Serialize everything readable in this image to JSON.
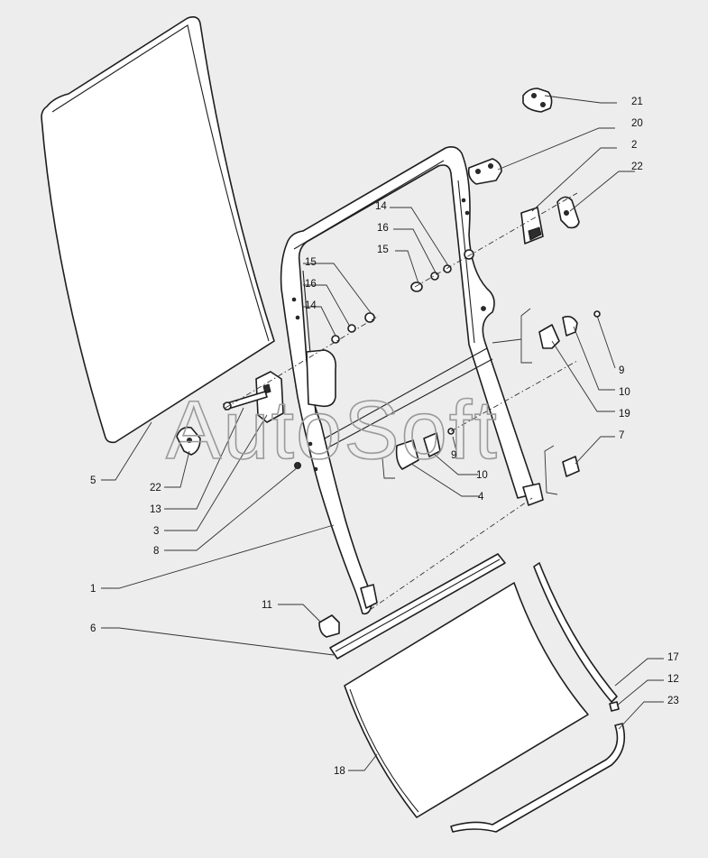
{
  "watermark": "AutoSoft",
  "callouts": [
    {
      "id": "c21",
      "label": "21"
    },
    {
      "id": "c20",
      "label": "20"
    },
    {
      "id": "c2",
      "label": "2"
    },
    {
      "id": "c22a",
      "label": "22"
    },
    {
      "id": "c14a",
      "label": "14"
    },
    {
      "id": "c16a",
      "label": "16"
    },
    {
      "id": "c15a",
      "label": "15"
    },
    {
      "id": "c15b",
      "label": "15"
    },
    {
      "id": "c16b",
      "label": "16"
    },
    {
      "id": "c14b",
      "label": "14"
    },
    {
      "id": "c9a",
      "label": "9"
    },
    {
      "id": "c10a",
      "label": "10"
    },
    {
      "id": "c19",
      "label": "19"
    },
    {
      "id": "c9b",
      "label": "9"
    },
    {
      "id": "c7",
      "label": "7"
    },
    {
      "id": "c10b",
      "label": "10"
    },
    {
      "id": "c4",
      "label": "4"
    },
    {
      "id": "c5",
      "label": "5"
    },
    {
      "id": "c22b",
      "label": "22"
    },
    {
      "id": "c13",
      "label": "13"
    },
    {
      "id": "c3",
      "label": "3"
    },
    {
      "id": "c8",
      "label": "8"
    },
    {
      "id": "c1",
      "label": "1"
    },
    {
      "id": "c11",
      "label": "11"
    },
    {
      "id": "c6",
      "label": "6"
    },
    {
      "id": "c17",
      "label": "17"
    },
    {
      "id": "c12",
      "label": "12"
    },
    {
      "id": "c23",
      "label": "23"
    },
    {
      "id": "c18",
      "label": "18"
    }
  ]
}
